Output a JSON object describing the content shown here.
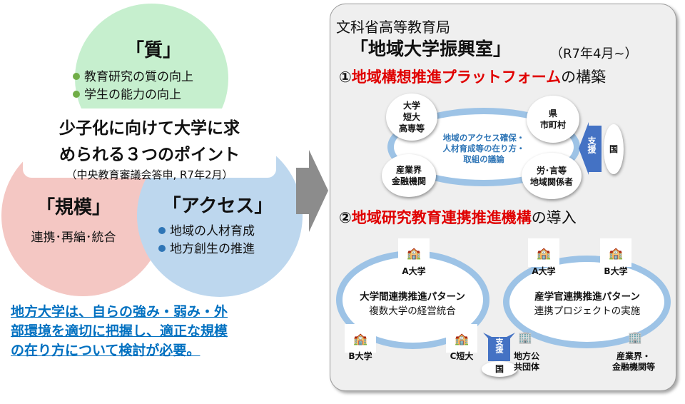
{
  "left": {
    "quality": {
      "title": "「質」",
      "bullets": [
        "教育研究の質の向上",
        "学生の能力の向上"
      ]
    },
    "scale": {
      "title": "「規模」",
      "sub": "連携･再編･統合"
    },
    "access": {
      "title": "「アクセス」",
      "bullets": [
        "地域の人材育成",
        "地方創生の推進"
      ]
    },
    "center_box": {
      "line1": "少子化に向けて大学に求",
      "line2": "められる３つのポイント",
      "source": "（中央教育審議会答申, R7年2月）"
    },
    "conclusion": [
      "地方大学は、自らの強み・弱み・外",
      "部環境を適切に把握し、適正な規模",
      "の在り方について検討が必要。"
    ],
    "colors": {
      "green": "#c6efce",
      "pink": "#f4c7c3",
      "blue": "#bdd7ee",
      "dot_green": "#70ad47",
      "dot_blue": "#2e75b6",
      "text_blue": "#0070c0"
    }
  },
  "right": {
    "org": "文科省高等教育局",
    "office": "「地域大学振興室」",
    "date": "（R7年4月~）",
    "section1": {
      "num": "①",
      "red": "地域構想推進プラットフォーム",
      "rest": "の構築",
      "nodes": [
        "大学\n短大\n高専等",
        "県\n市町村",
        "産業界\n金融機関",
        "労･言等\n地域関係者"
      ],
      "center": [
        "地域のアクセス確保・",
        "人材育成等の在り方・",
        "取組の議論"
      ],
      "support": "支援",
      "country": "国"
    },
    "section2": {
      "num": "②",
      "red": "地域研究教育連携推進機構",
      "rest": "の導入",
      "pattern1": {
        "title": "大学間連携推進パターン",
        "sub": "複数大学の経営統合",
        "members": [
          "A大学",
          "B大学",
          "C短大"
        ]
      },
      "pattern2": {
        "title": "産学官連携推進パターン",
        "sub": "連携プロジェクトの実施",
        "members": [
          "A大学",
          "B大学",
          "地方公\n共団体",
          "産業界・\n金融機関等"
        ]
      },
      "support": "支援",
      "country": "国"
    }
  }
}
